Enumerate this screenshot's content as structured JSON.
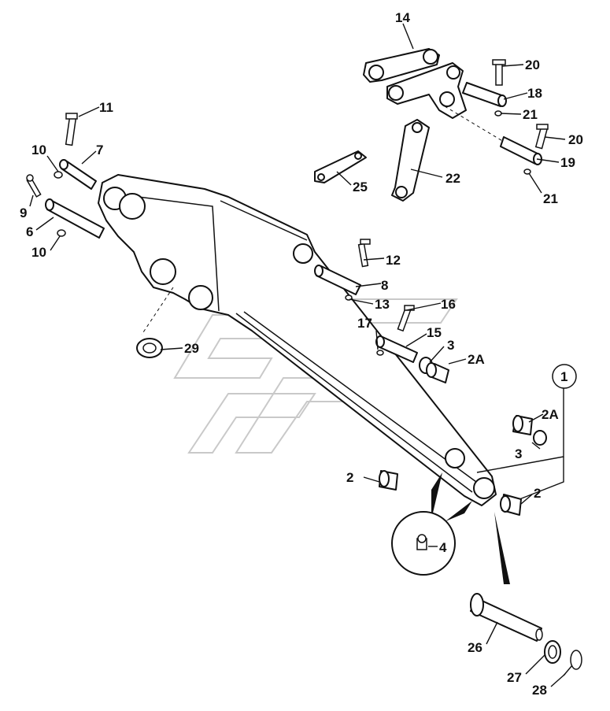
{
  "callouts": [
    {
      "id": "c14",
      "text": "14"
    },
    {
      "id": "c20a",
      "text": "20"
    },
    {
      "id": "c18",
      "text": "18"
    },
    {
      "id": "c21a",
      "text": "21"
    },
    {
      "id": "c20b",
      "text": "20"
    },
    {
      "id": "c19",
      "text": "19"
    },
    {
      "id": "c21b",
      "text": "21"
    },
    {
      "id": "c22",
      "text": "22"
    },
    {
      "id": "c25",
      "text": "25"
    },
    {
      "id": "c11",
      "text": "11"
    },
    {
      "id": "c10a",
      "text": "10"
    },
    {
      "id": "c7",
      "text": "7"
    },
    {
      "id": "c9",
      "text": "9"
    },
    {
      "id": "c6",
      "text": "6"
    },
    {
      "id": "c10b",
      "text": "10"
    },
    {
      "id": "c12",
      "text": "12"
    },
    {
      "id": "c8",
      "text": "8"
    },
    {
      "id": "c13",
      "text": "13"
    },
    {
      "id": "c16",
      "text": "16"
    },
    {
      "id": "c17",
      "text": "17"
    },
    {
      "id": "c15",
      "text": "15"
    },
    {
      "id": "c3a",
      "text": "3"
    },
    {
      "id": "c2Aa",
      "text": "2A"
    },
    {
      "id": "c29",
      "text": "29"
    },
    {
      "id": "c1",
      "text": "1"
    },
    {
      "id": "c2Ab",
      "text": "2A"
    },
    {
      "id": "c3b",
      "text": "3"
    },
    {
      "id": "c2a",
      "text": "2"
    },
    {
      "id": "c2b",
      "text": "2"
    },
    {
      "id": "c4",
      "text": "4"
    },
    {
      "id": "c26",
      "text": "26"
    },
    {
      "id": "c27",
      "text": "27"
    },
    {
      "id": "c28",
      "text": "28"
    }
  ]
}
